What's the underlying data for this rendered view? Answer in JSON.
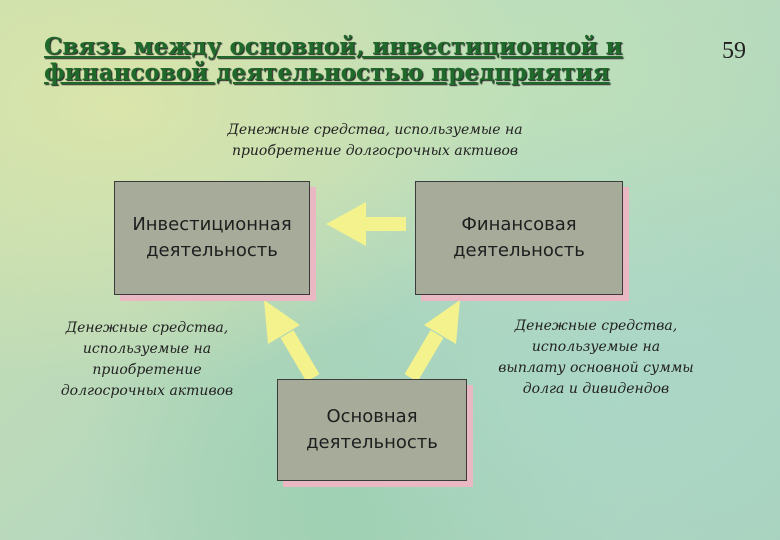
{
  "slide": {
    "title": "Связь между основной, инвестиционной и\nфинансовой деятельностью предприятия",
    "page_number": "59"
  },
  "boxes": {
    "investment": "Инвестиционная\nдеятельность",
    "financial": "Финансовая\nдеятельность",
    "operating": "Основная\nдеятельность"
  },
  "notes": {
    "top": "Денежные средства, используемые на\nприобретение долгосрочных активов",
    "left": "Денежные средства,\nиспользуемые на\nприобретение\nдолгосрочных активов",
    "right": "Денежные средства,\nиспользуемые на\nвыплату основной суммы\nдолга и дивидендов"
  },
  "colors": {
    "arrow": "#f3f28c",
    "box_fill": "#a6ab9a",
    "box_shadow": "#e9b8c3",
    "title": "#1f6a2b"
  }
}
